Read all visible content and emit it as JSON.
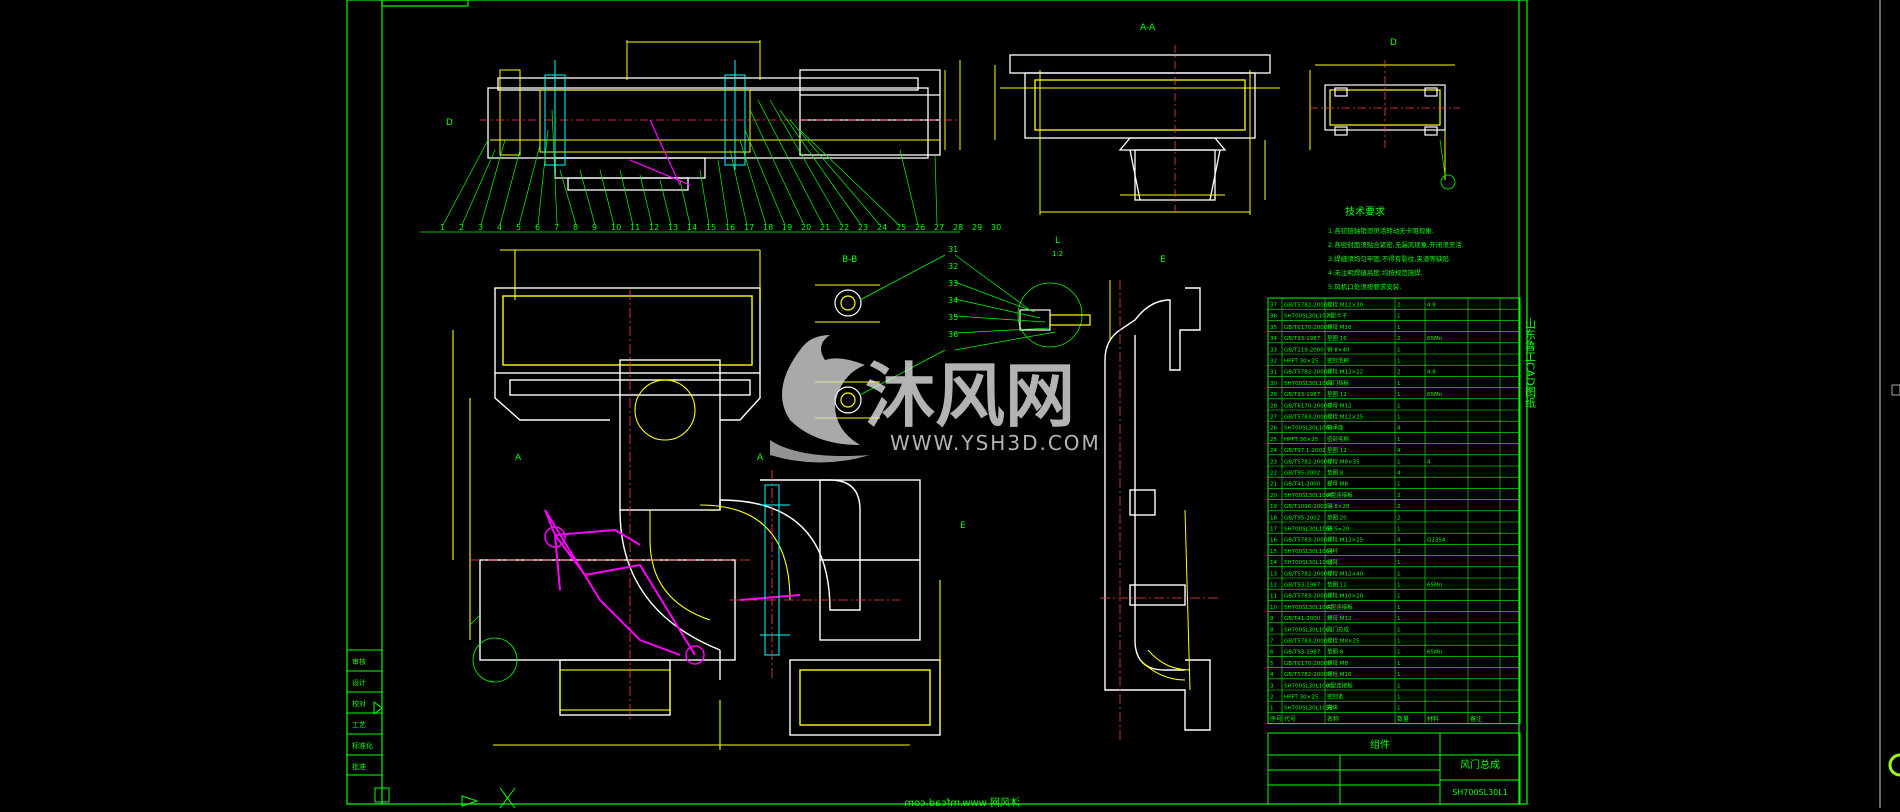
{
  "view_labels": {
    "section_aa": "A-A",
    "view_d": "D",
    "section_bb": "B-B",
    "view_e": "E",
    "view_l": "L",
    "ratio_l": "1:2",
    "view_e_arrow": "E",
    "marker_a": "A",
    "marker_a2": "A",
    "marker_d": "D"
  },
  "tech_requirements": {
    "title": "技术要求",
    "lines": [
      "1.各铰链轴销须灵活转动无卡阻现象.",
      "2.各密封面须贴合紧密,无漏风现象,开闭须灵活.",
      "3.焊缝须均匀牢固,不得有裂纹,夹渣等缺陷.",
      "4.未注明焊缝高度,均按规范施焊.",
      "5.风机口处须按要求安装."
    ]
  },
  "callouts_top": [
    "1",
    "2",
    "3",
    "4",
    "5",
    "6",
    "7",
    "8",
    "9",
    "10",
    "11",
    "12",
    "13",
    "14",
    "15",
    "16",
    "17",
    "18",
    "19",
    "20",
    "21",
    "22",
    "23",
    "24",
    "25",
    "26",
    "27",
    "28",
    "29",
    "30"
  ],
  "callouts_right": [
    "31",
    "32",
    "33",
    "34",
    "35",
    "36"
  ],
  "side_vertical_text": "山东鲁工CAD图纸",
  "watermark": {
    "brand": "沐风网",
    "url": "WWW.YSH3D.COM"
  },
  "left_block_rows": [
    "审核",
    "设计",
    "校对",
    "工艺",
    "标准化",
    "批准"
  ],
  "bom_rows": [
    [
      "37",
      "GB/T5782-2000",
      "螺栓 M12×30",
      "2",
      "4.8",
      ""
    ],
    [
      "36",
      "SH700SL30L1070",
      "A型卡子",
      "1",
      "",
      ""
    ],
    [
      "35",
      "GB/T6170-2000",
      "螺母 M16",
      "1",
      "",
      ""
    ],
    [
      "34",
      "GB/T93-1987",
      "垫圈 16",
      "2",
      "65Mn",
      ""
    ],
    [
      "33",
      "GB/T119-2000",
      "销 8×40",
      "1",
      "",
      ""
    ],
    [
      "32",
      "HPFT 30×25",
      "密封毛刷",
      "1",
      "",
      ""
    ],
    [
      "31",
      "GB/T5782-2000",
      "螺栓 M12×22",
      "2",
      "4.8",
      ""
    ],
    [
      "30",
      "SH700SL30L1069",
      "风门挡板",
      "1",
      "",
      ""
    ],
    [
      "29",
      "GB/T93-1987",
      "垫圈 12",
      "1",
      "65Mn",
      ""
    ],
    [
      "28",
      "GB/T6170-2000",
      "螺母 M12",
      "1",
      "",
      ""
    ],
    [
      "27",
      "GB/T5783-2000",
      "螺栓 M12×25",
      "1",
      "",
      ""
    ],
    [
      "26",
      "SH700SL30L1067",
      "轴承座",
      "4",
      "",
      ""
    ],
    [
      "25",
      "HPFT 30×25",
      "密封毛刷",
      "1",
      "",
      ""
    ],
    [
      "24",
      "GB/T97.1-2002",
      "垫圈 12",
      "4",
      "",
      ""
    ],
    [
      "23",
      "GB/T5782-2000",
      "螺栓 M8×35",
      "1",
      "4",
      ""
    ],
    [
      "22",
      "GB/T95-2002",
      "垫圈 8",
      "4",
      "",
      ""
    ],
    [
      "21",
      "GB/T41-2000",
      "螺母 M8",
      "1",
      "",
      ""
    ],
    [
      "20",
      "SH700SL30L1066",
      "A型连接板",
      "2",
      "",
      ""
    ],
    [
      "19",
      "GB/T1096-2003",
      "键 8×28",
      "2",
      "",
      ""
    ],
    [
      "18",
      "GB/T95-2002",
      "垫圈 20",
      "2",
      "",
      ""
    ],
    [
      "17",
      "SH700SL30L1065",
      "轴 S=20",
      "1",
      "",
      ""
    ],
    [
      "16",
      "GB/T5783-2000",
      "螺栓 M12×25",
      "4",
      "Q235A",
      ""
    ],
    [
      "15",
      "SH700SL30L1064",
      "连杆",
      "2",
      "",
      ""
    ],
    [
      "14",
      "SH700SL30L1063",
      "摇臂",
      "1",
      "",
      ""
    ],
    [
      "13",
      "GB/T5782-2000",
      "螺栓 M12×40",
      "1",
      "",
      ""
    ],
    [
      "12",
      "GB/T93-1987",
      "垫圈 12",
      "1",
      "65Mn",
      ""
    ],
    [
      "11",
      "GB/T5783-2000",
      "螺栓 M10×20",
      "1",
      "",
      ""
    ],
    [
      "10",
      "SH700SL30L1062",
      "A型连接板",
      "1",
      "",
      ""
    ],
    [
      "9",
      "GB/T41-2000",
      "螺母 M12",
      "1",
      "",
      ""
    ],
    [
      "8",
      "SH700SL30L1061",
      "风门总成",
      "1",
      "",
      ""
    ],
    [
      "7",
      "GB/T5783-2000",
      "螺栓 M8×25",
      "1",
      "",
      ""
    ],
    [
      "6",
      "GB/T93-1987",
      "垫圈 8",
      "1",
      "65Mn",
      ""
    ],
    [
      "5",
      "GB/T6170-2000",
      "螺母 M8",
      "1",
      "",
      ""
    ],
    [
      "4",
      "GB/T5782-2000",
      "螺栓 M16",
      "1",
      "",
      ""
    ],
    [
      "3",
      "SH700SL30L1060",
      "A型连接板",
      "1",
      "",
      ""
    ],
    [
      "2",
      "HPFT 30×25",
      "密封条",
      "1",
      "",
      ""
    ],
    [
      "1",
      "SH700SL30L1059",
      "壳体",
      "1",
      "",
      ""
    ]
  ],
  "bom_header": [
    "序号",
    "代号",
    "名称",
    "数量",
    "材料",
    "备注"
  ],
  "title_block": {
    "part_name": "风门总成",
    "drawing_no": "SH700SL30L1",
    "doc_type": "组件"
  },
  "bottom_mirrored_text": "沐风网 www.mfcad.com",
  "colors": {
    "frame": "#00ff00",
    "outline": "#ffffff",
    "dimension": "#ffff00",
    "centerline": "#ff4040",
    "pink": "#ff00ff",
    "cyan": "#00ffff",
    "text": "#00ff00"
  }
}
